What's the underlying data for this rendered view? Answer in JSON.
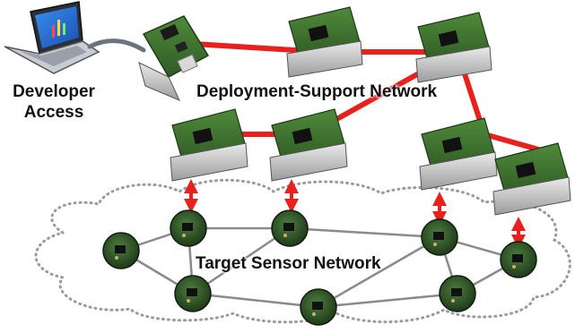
{
  "labels": {
    "developer_line1": "Developer",
    "developer_line2": "Access",
    "deployment_network": "Deployment-Support Network",
    "target_network": "Target Sensor Network"
  },
  "colors": {
    "link_red": "#e8201e",
    "mesh_gray": "#8a8a8a",
    "cloud_dots": "#9a9a9a",
    "board_green": "#3d6e2e",
    "node_dark": "#1f2a20"
  },
  "icons": {
    "laptop": "laptop-icon",
    "usb_cable": "usb-cable-icon",
    "gateway": "gateway-board-icon",
    "dsn_node": "dsn-node-icon",
    "sensor_node": "sensor-node-icon"
  }
}
